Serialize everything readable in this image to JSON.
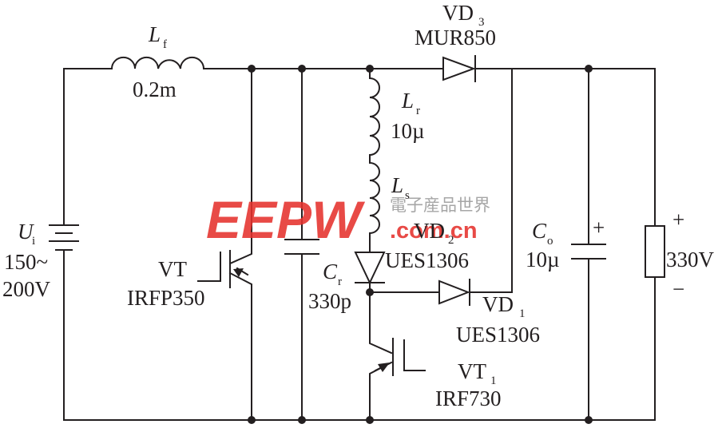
{
  "components": {
    "source": {
      "symbol": "U",
      "sub": "i",
      "value_line1": "150~",
      "value_line2": "200V"
    },
    "lf": {
      "symbol": "L",
      "sub": "f",
      "value": "0.2m"
    },
    "lr": {
      "symbol": "L",
      "sub": "r",
      "value": "10µ"
    },
    "ls": {
      "symbol": "L",
      "sub": "s"
    },
    "vd3": {
      "symbol": "VD",
      "sub": "3",
      "part": "MUR850"
    },
    "vd2": {
      "symbol": "VD",
      "sub": "2",
      "part": "UES1306"
    },
    "vd1": {
      "symbol": "VD",
      "sub": "1",
      "part": "UES1306"
    },
    "vt": {
      "symbol": "VT",
      "part": "IRFP350"
    },
    "vt1": {
      "symbol": "VT",
      "sub": "1",
      "part": "IRF730"
    },
    "cr": {
      "symbol": "C",
      "sub": "r",
      "value": "330p"
    },
    "co": {
      "symbol": "C",
      "sub": "o",
      "value": "10µ",
      "polarity": "+"
    },
    "load": {
      "plus": "+",
      "value": "330V",
      "minus": "−"
    }
  },
  "watermark": {
    "logo": "EEPW",
    "cn_name": "電子産品世界",
    "url": ".com.cn"
  },
  "colors": {
    "line": "#231f20",
    "watermark_red": "#e5322d",
    "watermark_gray": "#9a9a9a"
  }
}
